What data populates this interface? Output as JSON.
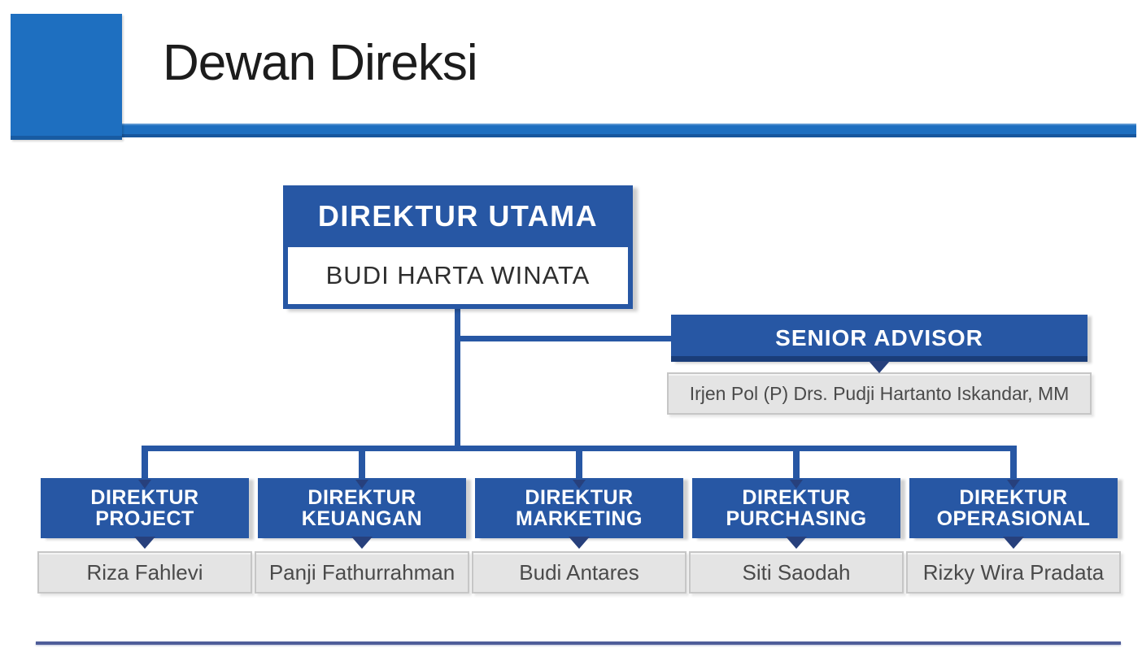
{
  "header": {
    "title": "Dewan Direksi"
  },
  "org": {
    "root": {
      "title": "DIREKTUR UTAMA",
      "name": "BUDI HARTA WINATA"
    },
    "advisor": {
      "title": "SENIOR ADVISOR",
      "name": "Irjen Pol (P) Drs. Pudji Hartanto Iskandar, MM"
    },
    "directors": [
      {
        "title_line1": "DIREKTUR",
        "title_line2": "PROJECT",
        "name": "Riza Fahlevi"
      },
      {
        "title_line1": "DIREKTUR",
        "title_line2": "KEUANGAN",
        "name": "Panji Fathurrahman"
      },
      {
        "title_line1": "DIREKTUR",
        "title_line2": "MARKETING",
        "name": "Budi Antares"
      },
      {
        "title_line1": "DIREKTUR",
        "title_line2": "PURCHASING",
        "name": "Siti Saodah"
      },
      {
        "title_line1": "DIREKTUR",
        "title_line2": "OPERASIONAL",
        "name": "Rizky Wira Pradata"
      }
    ]
  },
  "colors": {
    "accent_blue": "#1e6fc0",
    "box_blue": "#2757a4",
    "arrow_navy": "#27407c",
    "gray_fill": "#e4e4e4",
    "gray_border": "#c6c6c6",
    "separator_line": "#4e5d99",
    "title_text": "#1c1c1c"
  }
}
